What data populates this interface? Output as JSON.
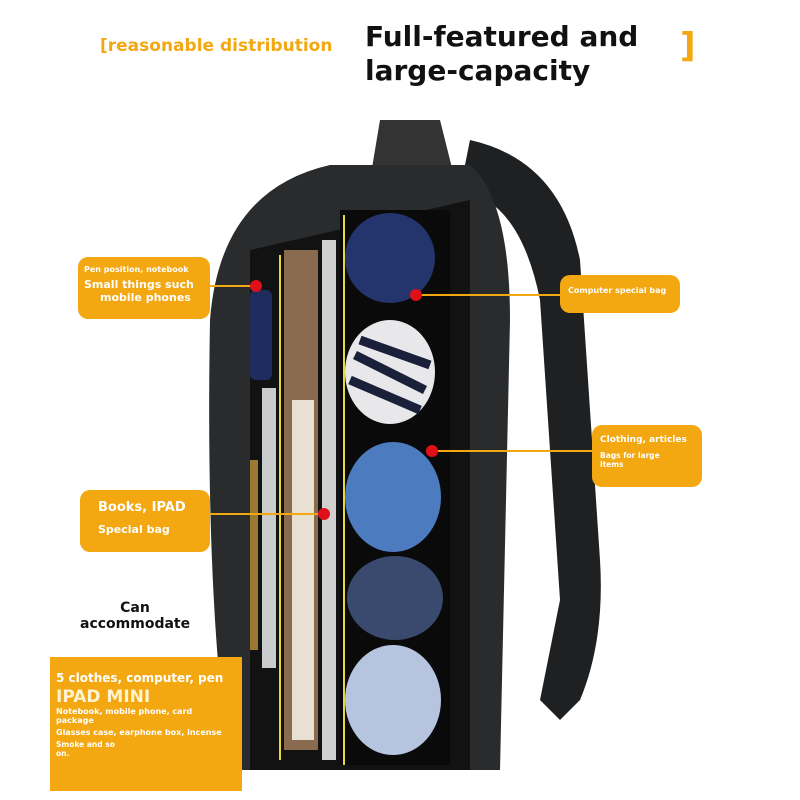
{
  "header": {
    "subtitle": "[reasonable distribution",
    "title_line1": "Full-featured and",
    "title_line2": "large-capacity",
    "bracket": "]"
  },
  "callouts": {
    "pen": {
      "line1": "Pen position, notebook",
      "line2": "Small things such",
      "line3": "mobile phones"
    },
    "computer": {
      "line1": "Computer special bag"
    },
    "clothing": {
      "line1": "Clothing, articles",
      "line2": "Bags for large",
      "line3": "items"
    },
    "books": {
      "line1": "Books, IPAD",
      "line2": "Special bag"
    }
  },
  "capacity": {
    "heading_line1": "Can",
    "heading_line2": "accommodate",
    "line1": "5 clothes, computer, pen",
    "line2": "IPAD MINI",
    "line3": "Notebook, mobile phone, card package",
    "line4": "Glasses case, earphone box, incense",
    "line5": "Smoke and so on."
  },
  "colors": {
    "accent": "#f3a812",
    "marker": "#e0101a",
    "bag": "#2a2b2d"
  }
}
